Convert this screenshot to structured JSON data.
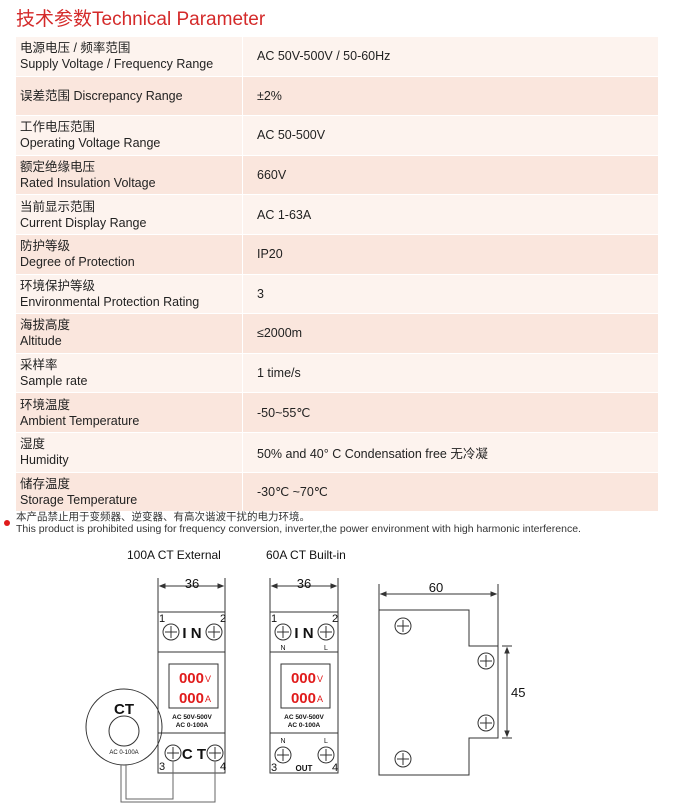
{
  "title": "技术参数Technical Parameter",
  "rows": [
    {
      "zh": "电源电压 / 频率范围",
      "en": "Supply Voltage / Frequency Range",
      "value": "AC 50V-500V / 50-60Hz"
    },
    {
      "zh": "误差范围 Discrepancy  Range",
      "en": "",
      "value": "±2%"
    },
    {
      "zh": "工作电压范围",
      "en": "Operating Voltage Range",
      "value": "AC 50-500V"
    },
    {
      "zh": "额定绝缘电压",
      "en": "Rated Insulation Voltage",
      "value": "660V"
    },
    {
      "zh": "当前显示范围",
      "en": "Current Display Range",
      "value": "AC 1-63A"
    },
    {
      "zh": "防护等级",
      "en": "Degree of Protection",
      "value": "IP20"
    },
    {
      "zh": "环境保护等级",
      "en": "Environmental Protection Rating",
      "value": "3"
    },
    {
      "zh": "海拔高度",
      "en": "Altitude",
      "value": "≤2000m"
    },
    {
      "zh": "采样率",
      "en": "Sample rate",
      "value": "1 time/s"
    },
    {
      "zh": "环境温度",
      "en": "Ambient Temperature",
      "value": "-50~55℃"
    },
    {
      "zh": "湿度",
      "en": "Humidity",
      "value": "50% and 40°  C Condensation free 无冷凝"
    },
    {
      "zh": "储存温度",
      "en": "Storage Temperature",
      "value": "-30℃ ~70℃"
    }
  ],
  "note": {
    "zh": "本产品禁止用于变频器、逆变器、有高次谐波干扰的电力环境。",
    "en": "This product is prohibited using for frequency conversion, inverter,the power environment with high harmonic interference."
  },
  "diagrams": {
    "label_external": "100A CT External",
    "label_builtin": "60A CT Built-in",
    "width_36": "36",
    "width_60": "60",
    "height_45": "45",
    "t1": "1",
    "t2": "2",
    "t3": "3",
    "t4": "4",
    "in": "I N",
    "ct_terminal": "C T",
    "out": "OUT",
    "n": "N",
    "l": "L",
    "display_v": "000",
    "display_a": "000",
    "unit_v": "V",
    "unit_a": "A",
    "spec_v": "AC 50V-500V",
    "spec_a": "AC 0-100A",
    "ct": "CT",
    "ct_range": "AC 0-100A"
  },
  "colors": {
    "accent": "#d42a2a",
    "row_light": "#fdf3ee",
    "row_dark": "#fae6dd",
    "display": "#e01b1b"
  }
}
